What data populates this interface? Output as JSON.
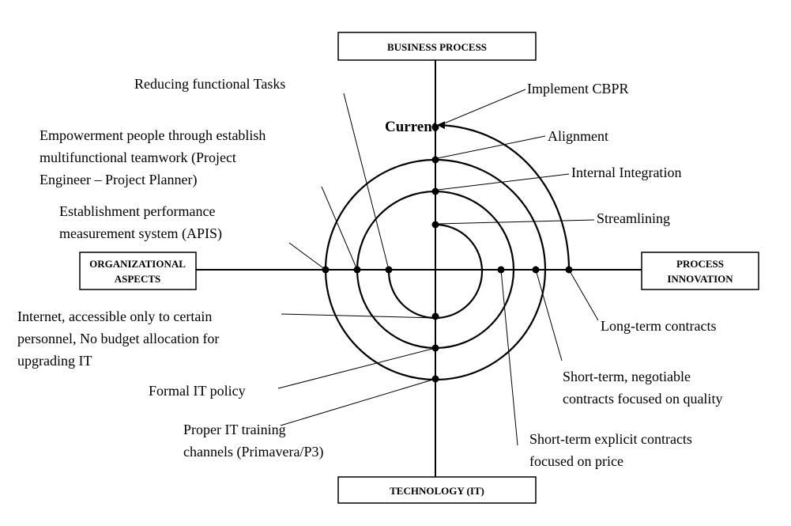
{
  "axes": {
    "top": "BUSINESS PROCESS",
    "left_line1": "ORGANIZATIONAL",
    "left_line2": "ASPECTS",
    "right_line1": "PROCESS",
    "right_line2": "INNOVATION",
    "bottom": "TECHNOLOGY (IT)"
  },
  "current_label": "Current",
  "annotations": {
    "reducing_tasks": "Reducing functional Tasks",
    "empowerment_l1": "Empowerment people through establish",
    "empowerment_l2": "multifunctional teamwork (Project",
    "empowerment_l3": "Engineer – Project Planner)",
    "apis_l1": "Establishment performance",
    "apis_l2": "measurement system (APIS)",
    "internet_l1": "Internet, accessible only to certain",
    "internet_l2": "personnel, No budget allocation for",
    "internet_l3": "upgrading IT",
    "formal_it": "Formal IT policy",
    "training_l1": "Proper IT training",
    "training_l2": "channels (Primavera/P3)",
    "implement_cbpr": "Implement CBPR",
    "alignment": "Alignment",
    "internal_integration": "Internal Integration",
    "streamlining": "Streamlining",
    "long_term": "Long-term contracts",
    "short_neg_l1": "Short-term, negotiable",
    "short_neg_l2": "contracts focused on quality",
    "short_exp_l1": "Short-term explicit contracts",
    "short_exp_l2": "focused on price"
  }
}
